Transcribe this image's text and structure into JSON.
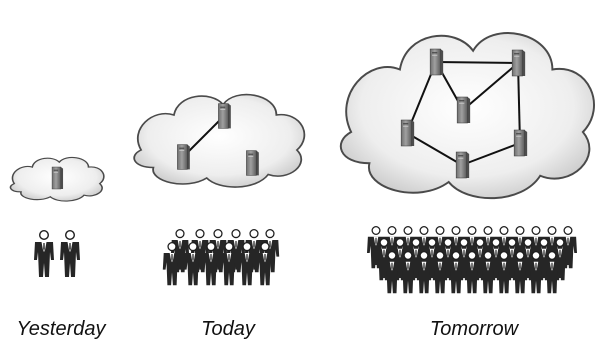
{
  "stages": [
    {
      "id": "yesterday",
      "label": "Yesterday",
      "servers": 1,
      "people": 2
    },
    {
      "id": "today",
      "label": "Today",
      "servers": 3,
      "people": 12
    },
    {
      "id": "tomorrow",
      "label": "Tomorrow",
      "servers": 6,
      "people": 36
    }
  ],
  "colors": {
    "cloud_fill": "#e9e9e9",
    "cloud_stroke": "#4a4a4a",
    "server_fill": "#8c8c8c",
    "person_fill": "#2a2a2a",
    "line": "#111111"
  }
}
